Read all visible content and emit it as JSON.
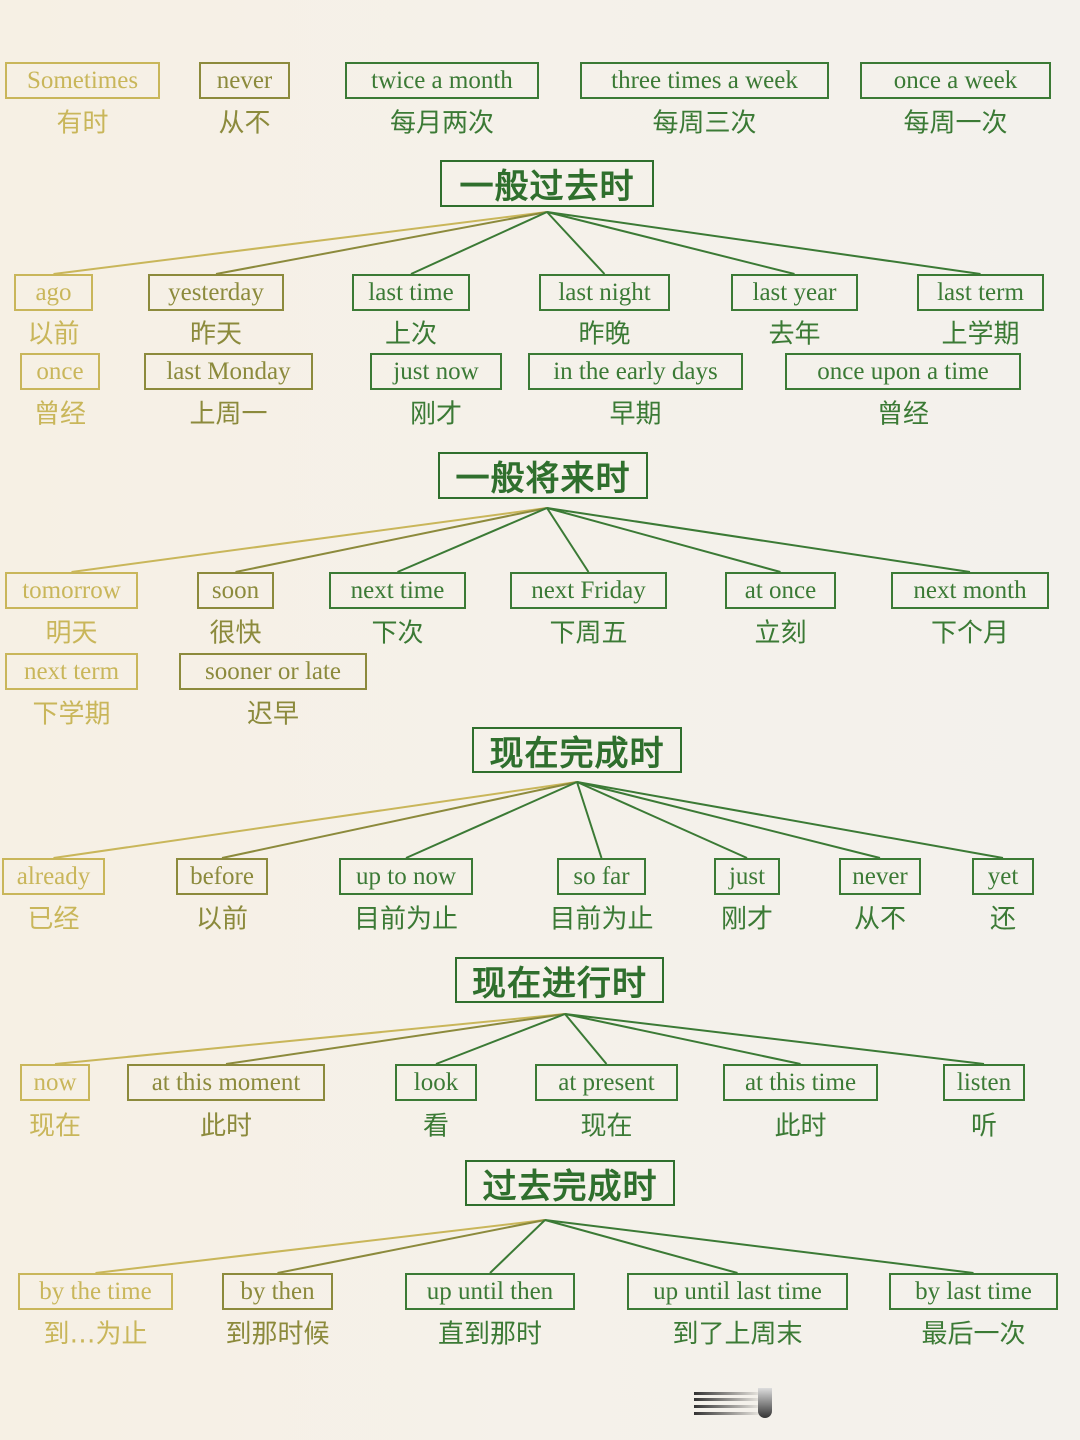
{
  "top_row": [
    {
      "en": "Sometimes",
      "zh": "有时"
    },
    {
      "en": "never",
      "zh": "从不"
    },
    {
      "en": "twice a month",
      "zh": "每月两次"
    },
    {
      "en": "three times a week",
      "zh": "每周三次"
    },
    {
      "en": "once a week",
      "zh": "每周一次"
    }
  ],
  "sections": [
    {
      "title": "一般过去时",
      "items": [
        {
          "en": "ago",
          "zh": "以前"
        },
        {
          "en": "yesterday",
          "zh": "昨天"
        },
        {
          "en": "last time",
          "zh": "上次"
        },
        {
          "en": "last night",
          "zh": "昨晚"
        },
        {
          "en": "last year",
          "zh": "去年"
        },
        {
          "en": "last term",
          "zh": "上学期"
        },
        {
          "en": "once",
          "zh": "曾经"
        },
        {
          "en": "last Monday",
          "zh": "上周一"
        },
        {
          "en": "just now",
          "zh": "刚才"
        },
        {
          "en": "in the early days",
          "zh": "早期"
        },
        {
          "en": "once upon a time",
          "zh": "曾经"
        }
      ]
    },
    {
      "title": "一般将来时",
      "items": [
        {
          "en": "tomorrow",
          "zh": "明天"
        },
        {
          "en": "soon",
          "zh": "很快"
        },
        {
          "en": "next time",
          "zh": "下次"
        },
        {
          "en": "next Friday",
          "zh": "下周五"
        },
        {
          "en": "at once",
          "zh": "立刻"
        },
        {
          "en": "next month",
          "zh": "下个月"
        },
        {
          "en": "next term",
          "zh": "下学期"
        },
        {
          "en": "sooner or late",
          "zh": "迟早"
        }
      ]
    },
    {
      "title": "现在完成时",
      "items": [
        {
          "en": "already",
          "zh": "已经"
        },
        {
          "en": "before",
          "zh": "以前"
        },
        {
          "en": "up to now",
          "zh": "目前为止"
        },
        {
          "en": "so far",
          "zh": "目前为止"
        },
        {
          "en": "just",
          "zh": "刚才"
        },
        {
          "en": "never",
          "zh": "从不"
        },
        {
          "en": "yet",
          "zh": "还"
        }
      ]
    },
    {
      "title": "现在进行时",
      "items": [
        {
          "en": "now",
          "zh": "现在"
        },
        {
          "en": "at this moment",
          "zh": "此时"
        },
        {
          "en": "look",
          "zh": "看"
        },
        {
          "en": "at present",
          "zh": "现在"
        },
        {
          "en": "at this time",
          "zh": "此时"
        },
        {
          "en": "listen",
          "zh": "听"
        }
      ]
    },
    {
      "title": "过去完成时",
      "items": [
        {
          "en": "by the time",
          "zh": "到…为止"
        },
        {
          "en": "by then",
          "zh": "到那时候"
        },
        {
          "en": "up until then",
          "zh": "直到那时"
        },
        {
          "en": "up until last time",
          "zh": "到了上周末"
        },
        {
          "en": "by last time",
          "zh": "最后一次"
        }
      ]
    }
  ],
  "colors": {
    "gold": "#c9b65a",
    "olive": "#8c8a3c",
    "green": "#3b7a35",
    "title": "#2f6f2d"
  }
}
